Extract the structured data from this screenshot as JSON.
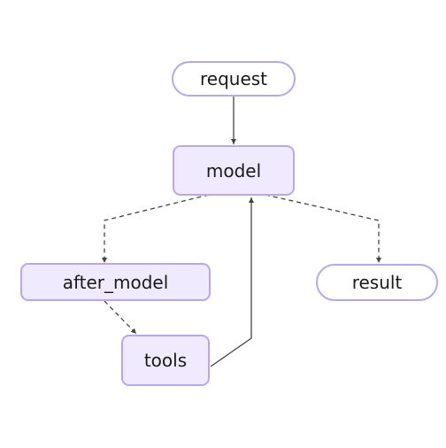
{
  "nodes": {
    "request": "request",
    "model": "model",
    "after_model": "after_model",
    "result": "result",
    "tools": "tools"
  },
  "colors": {
    "node_fill": "#efeafd",
    "node_border": "#b8a7ef",
    "edge": "#444444"
  },
  "edges": [
    {
      "from": "request",
      "to": "model",
      "style": "solid"
    },
    {
      "from": "model",
      "to": "after_model",
      "style": "dashed"
    },
    {
      "from": "model",
      "to": "result",
      "style": "dashed"
    },
    {
      "from": "after_model",
      "to": "tools",
      "style": "dashed"
    },
    {
      "from": "tools",
      "to": "model",
      "style": "solid"
    }
  ]
}
